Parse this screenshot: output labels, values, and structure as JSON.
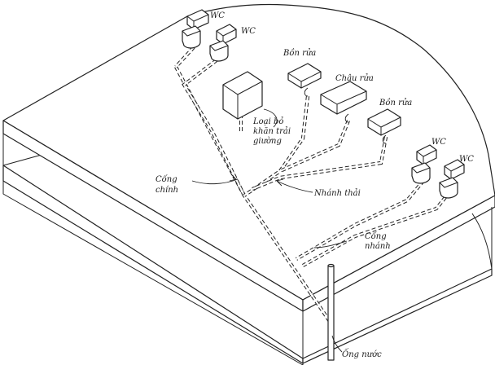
{
  "labels": {
    "wc_1": "WC",
    "wc_2": "WC",
    "wc_3": "WC",
    "wc_4": "WC",
    "bon_rua_1": "Bồn rửa",
    "chau_rua": "Chậu rửa",
    "bon_rua_2": "Bồn rửa",
    "loai_bo_line1": "Loại bỏ",
    "loai_bo_line2": "khăn trải",
    "loai_bo_line3": "giường",
    "cong_chinh_line1": "Cống",
    "cong_chinh_line2": "chính",
    "nhanh_thai": "Nhánh thải",
    "cong_nhanh_line1": "Cống",
    "cong_nhanh_line2": "nhánh",
    "ong_nuoc": "Ống nước"
  }
}
